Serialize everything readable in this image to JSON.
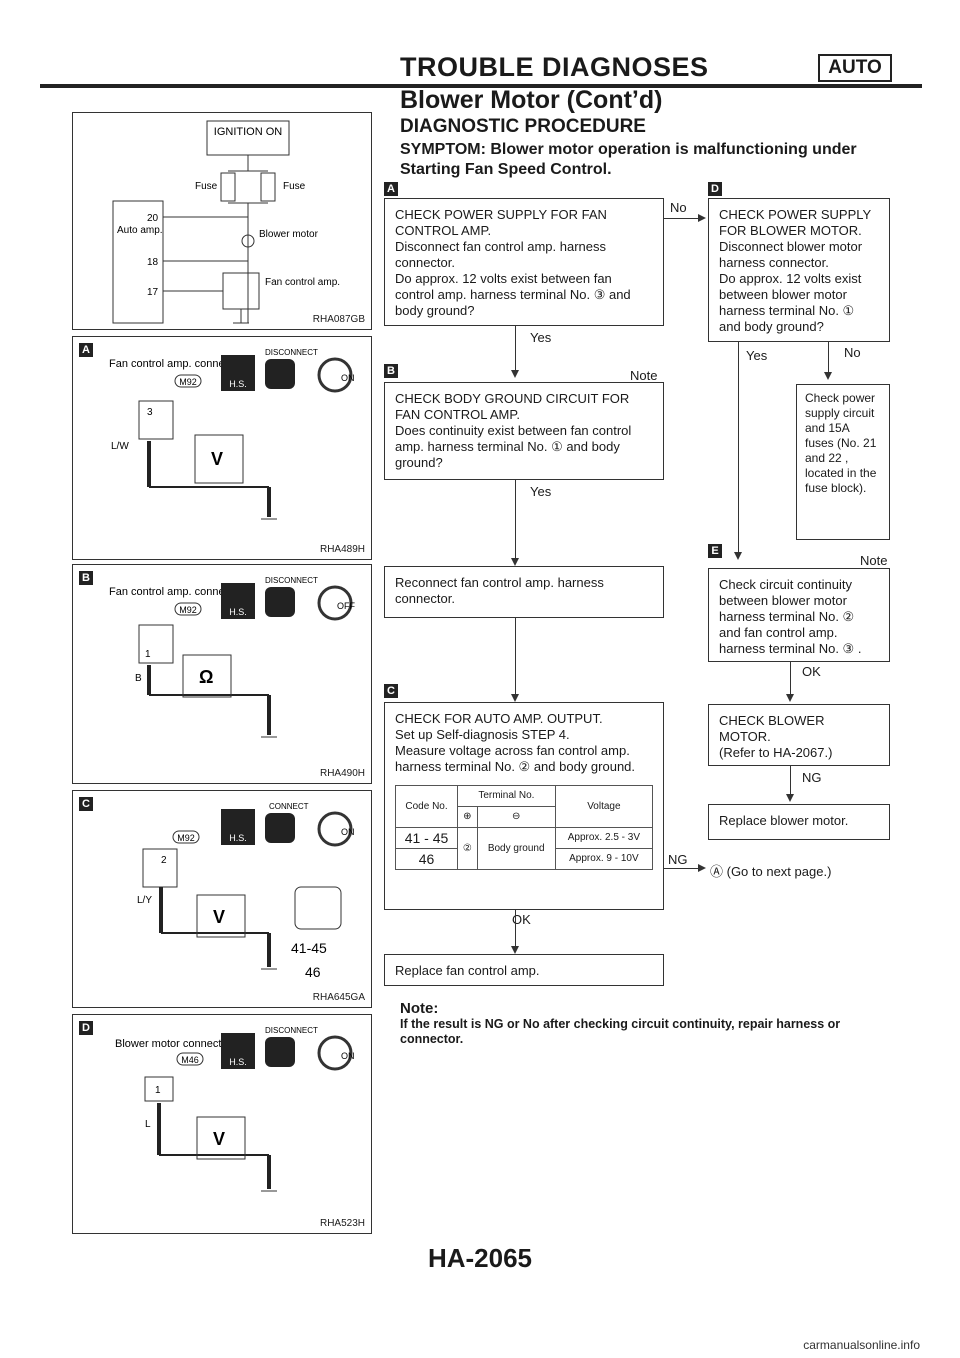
{
  "header": {
    "title": "TROUBLE DIAGNOSES",
    "badge": "AUTO",
    "subtitle": "Blower Motor (Cont’d)"
  },
  "section": {
    "title": "DIAGNOSTIC PROCEDURE",
    "symptom": "SYMPTOM: Blower motor operation is malfunctioning under Starting Fan Speed Control."
  },
  "panels": [
    {
      "code": "RHA087GB",
      "texts": [
        "IGNITION ON",
        "Fuse",
        "Fuse",
        "Auto amp.",
        "20",
        "18",
        "17",
        "Blower motor",
        "Fan control amp."
      ]
    },
    {
      "marker": "A",
      "code": "RHA489H",
      "texts": [
        "Fan control amp. connector",
        "M92",
        "3",
        "L/W",
        "V"
      ]
    },
    {
      "marker": "B",
      "code": "RHA490H",
      "texts": [
        "Fan control amp. connector",
        "M92",
        "1",
        "B",
        "Ω"
      ]
    },
    {
      "marker": "C",
      "code": "RHA645GA",
      "texts": [
        "M92",
        "2",
        "L/Y",
        "V"
      ]
    },
    {
      "marker": "D",
      "code": "RHA523H",
      "texts": [
        "Blower motor connector",
        "M46",
        "1",
        "L",
        "V"
      ]
    }
  ],
  "connector_icons": {
    "hs": "H.S.",
    "disconnect": "DISCONNECT",
    "connect": "CONNECT",
    "on": "ON",
    "off": "OFF"
  },
  "flow": {
    "step_a": {
      "marker": "A",
      "text": "CHECK POWER SUPPLY FOR FAN CONTROL AMP.\nDisconnect fan control amp. harness connector.\nDo approx. 12 volts exist between fan control amp. harness terminal No. ③ and body ground?"
    },
    "step_b": {
      "marker": "B",
      "text": "CHECK BODY GROUND CIRCUIT FOR FAN CONTROL AMP.\nDoes continuity exist between fan control amp. harness terminal No. ① and body ground?"
    },
    "reconnect": "Reconnect fan control amp. harness connector.",
    "step_c": {
      "marker": "C",
      "text": "CHECK FOR AUTO AMP. OUTPUT.\nSet up Self-diagnosis STEP 4.\nMeasure voltage across fan control amp. harness terminal No. ② and body ground."
    },
    "table": {
      "h_code": "Code No.",
      "h_terminal": "Terminal No.",
      "h_voltage": "Voltage",
      "h_plus": "⊕",
      "h_minus": "⊖",
      "r1_code": "41 - 45",
      "r2_code": "46",
      "terminal": "②",
      "ground": "Body ground",
      "r1_volt": "Approx. 2.5 - 3V",
      "r2_volt": "Approx. 9 - 10V"
    },
    "replace_amp": "Replace fan control amp.",
    "step_d": {
      "marker": "D",
      "text": "CHECK POWER SUPPLY FOR BLOWER MOTOR.\nDisconnect blower motor harness connector.\nDo approx. 12 volts exist between blower motor harness terminal No. ① and body ground?"
    },
    "check_power": "Check power supply circuit and 15A fuses (No. 21 and 22 , located in the fuse block).",
    "step_e": {
      "marker": "E",
      "text": "Check circuit continuity between blower motor harness terminal No. ② and fan control amp. harness terminal No. ③ ."
    },
    "check_blower": "CHECK BLOWER MOTOR.\n(Refer to HA-2067.)",
    "replace_blower": "Replace blower motor.",
    "goto": "Ⓐ (Go to next page.)",
    "labels": {
      "no": "No",
      "yes": "Yes",
      "note": "Note",
      "ok": "OK",
      "ng": "NG"
    }
  },
  "note": {
    "title": "Note:",
    "text": "If the result is NG or No after checking circuit continuity, repair harness or connector."
  },
  "page_number": "HA-2065",
  "watermark": "carmanualsonline.info"
}
